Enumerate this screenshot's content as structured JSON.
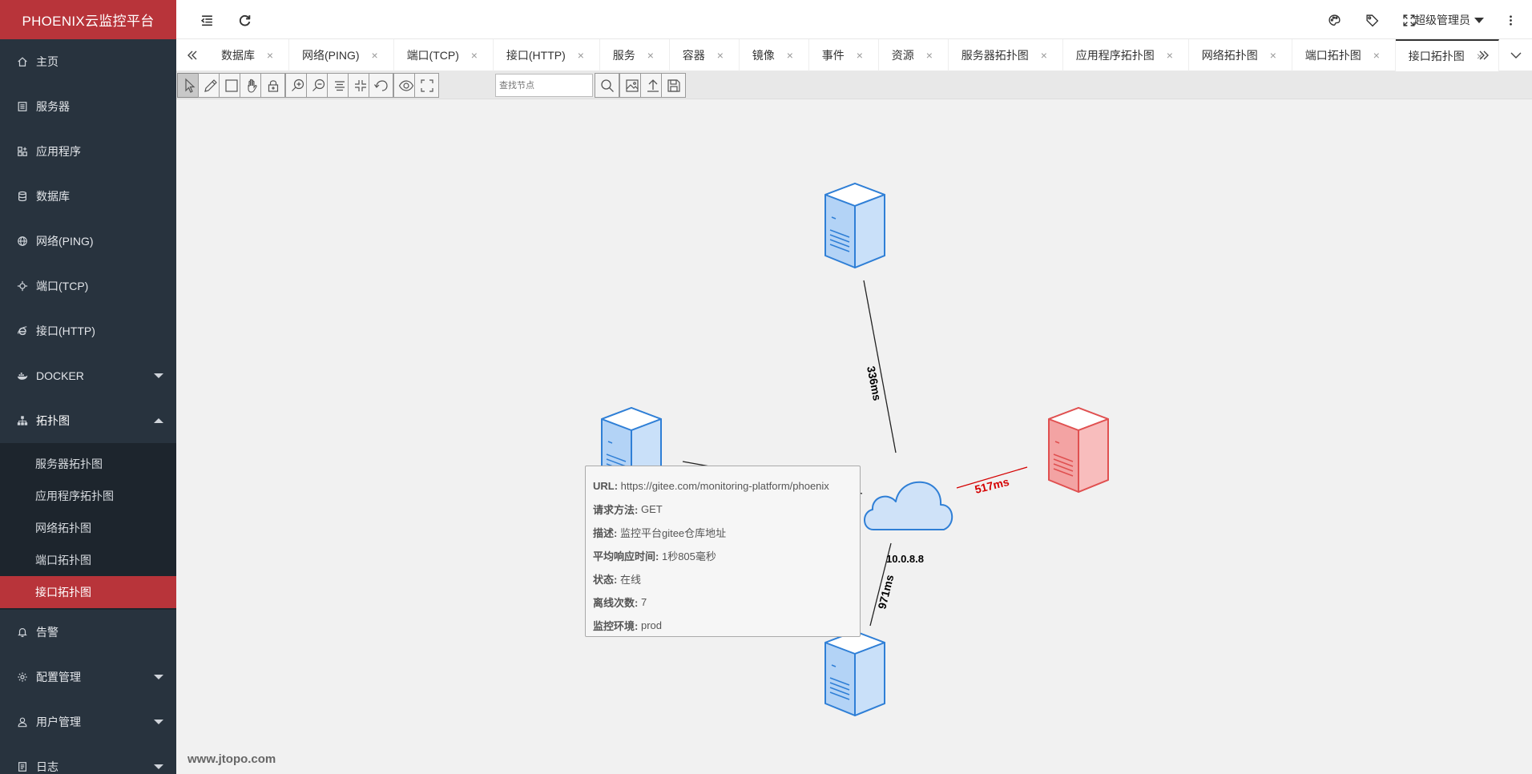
{
  "app": {
    "title": "PHOENIX云监控平台"
  },
  "sidebar": {
    "items": [
      {
        "label": "主页"
      },
      {
        "label": "服务器"
      },
      {
        "label": "应用程序"
      },
      {
        "label": "数据库"
      },
      {
        "label": "网络(PING)"
      },
      {
        "label": "端口(TCP)"
      },
      {
        "label": "接口(HTTP)"
      },
      {
        "label": "DOCKER"
      },
      {
        "label": "拓扑图"
      }
    ],
    "subitems": [
      {
        "label": "服务器拓扑图"
      },
      {
        "label": "应用程序拓扑图"
      },
      {
        "label": "网络拓扑图"
      },
      {
        "label": "端口拓扑图"
      },
      {
        "label": "接口拓扑图"
      }
    ],
    "items_after": [
      {
        "label": "告警"
      },
      {
        "label": "配置管理"
      },
      {
        "label": "用户管理"
      },
      {
        "label": "日志"
      }
    ]
  },
  "header": {
    "user": "超级管理员"
  },
  "tabs": [
    {
      "label": "数据库"
    },
    {
      "label": "网络(PING)"
    },
    {
      "label": "端口(TCP)"
    },
    {
      "label": "接口(HTTP)"
    },
    {
      "label": "服务"
    },
    {
      "label": "容器"
    },
    {
      "label": "镜像"
    },
    {
      "label": "事件"
    },
    {
      "label": "资源"
    },
    {
      "label": "服务器拓扑图"
    },
    {
      "label": "应用程序拓扑图"
    },
    {
      "label": "网络拓扑图"
    },
    {
      "label": "端口拓扑图"
    },
    {
      "label": "接口拓扑图"
    }
  ],
  "toolbar": {
    "search_placeholder": "查找节点"
  },
  "topology": {
    "center_label": "10.0.8.8",
    "edges": [
      {
        "label": "336ms",
        "color": "#000000"
      },
      {
        "label": "517ms",
        "color": "#d40000"
      },
      {
        "label": "971ms",
        "color": "#000000"
      }
    ],
    "normal_color": "#2f7fd6",
    "alert_color": "#e05050"
  },
  "tooltip": {
    "url_key": "URL:",
    "url_val": "https://gitee.com/monitoring-platform/phoenix",
    "method_key": "请求方法:",
    "method_val": "GET",
    "desc_key": "描述:",
    "desc_val": "监控平台gitee仓库地址",
    "avg_key": "平均响应时间:",
    "avg_val": "1秒805毫秒",
    "status_key": "状态:",
    "status_val": "在线",
    "offline_key": "离线次数:",
    "offline_val": "7",
    "env_key": "监控环境:",
    "env_val": "prod"
  },
  "watermark": "www.jtopo.com"
}
